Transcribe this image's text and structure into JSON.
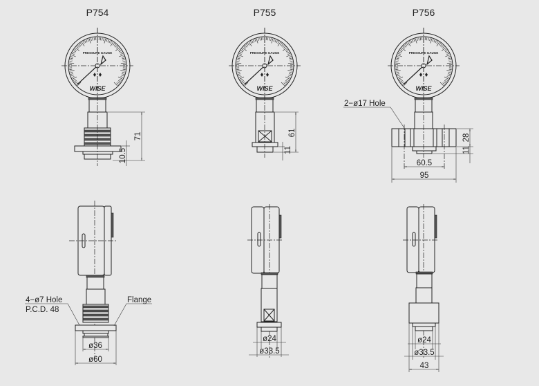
{
  "models": [
    {
      "title": "P754",
      "dims_front": {
        "height": "71",
        "flange": "10.5"
      },
      "side": {
        "hole_label": "4−ø7  Hole",
        "pcd_label": "P.C.D.  48",
        "flange_label": "Flange",
        "inner_dia": "ø36",
        "outer_dia": "ø60"
      }
    },
    {
      "title": "P755",
      "dims_front": {
        "height": "61",
        "flange": "11"
      },
      "side": {
        "inner_dia": "ø24",
        "outer_dia": "ø33.5"
      }
    },
    {
      "title": "P756",
      "dims_front": {
        "hole_label": "2−ø17  Hole",
        "block": "28",
        "flange": "11",
        "pcd": "60.5",
        "width": "95"
      },
      "side": {
        "inner_dia": "ø24",
        "outer_dia": "ø33.5",
        "width": "43"
      }
    }
  ],
  "dial": {
    "label": "PRESSURE GAUGE",
    "brand": "WISE"
  }
}
